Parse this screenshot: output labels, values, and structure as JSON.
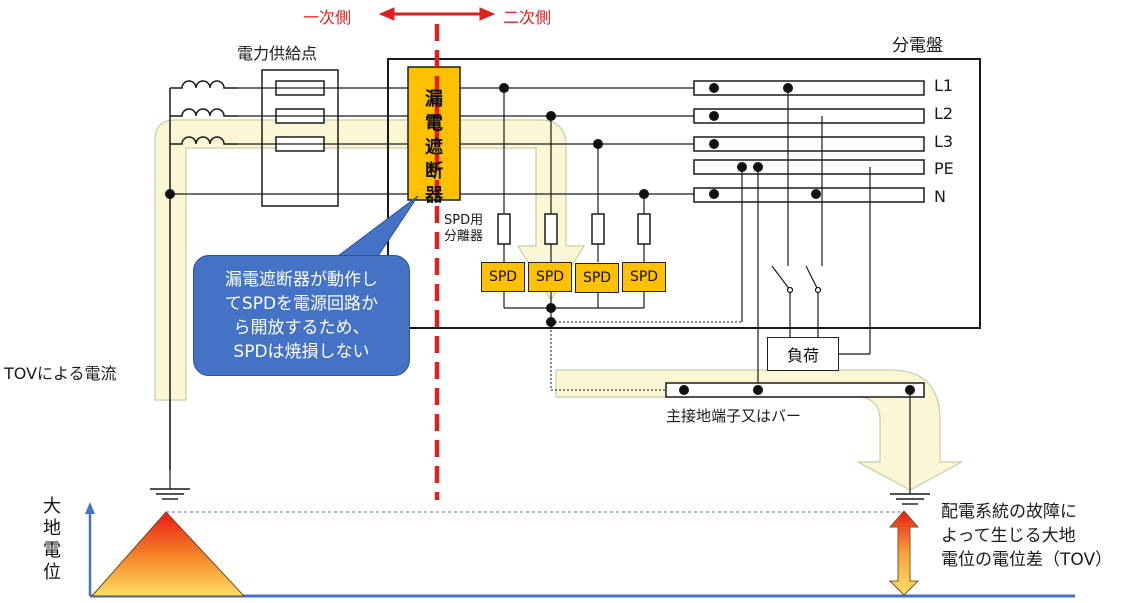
{
  "labels": {
    "primary_side": "一次側",
    "secondary_side": "二次側",
    "power_supply_point": "電力供給点",
    "distribution_board": "分電盤",
    "breaker_chars": [
      "漏",
      "電",
      "遮",
      "断",
      "器"
    ],
    "spd_disconnector_line1": "SPD用",
    "spd_disconnector_line2": "分離器",
    "spd": "SPD",
    "load": "負荷",
    "main_earth_terminal": "主接地端子又はバー",
    "tov_current": "TOVによる電流",
    "earth_potential_chars": [
      "大",
      "地",
      "電",
      "位"
    ]
  },
  "bus_labels": [
    "L1",
    "L2",
    "L3",
    "PE",
    "N"
  ],
  "callout": {
    "lines": [
      "漏電遮断器が動作し",
      "てSPDを電源回路か",
      "ら開放するため、",
      "SPDは焼損しない"
    ]
  },
  "tov_note": {
    "lines": [
      "配電系統の故障に",
      "よって生じる大地",
      "電位の電位差（TOV）"
    ]
  },
  "colors": {
    "boundary_red": "#e0201f",
    "breaker_fill": "#ffc000",
    "spd_fill": "#ffc000",
    "callout_fill": "#4472c4",
    "current_path_fill": "#fbf6d3",
    "current_path_stroke": "#c9cfa8",
    "axis_blue": "#4472c4"
  }
}
